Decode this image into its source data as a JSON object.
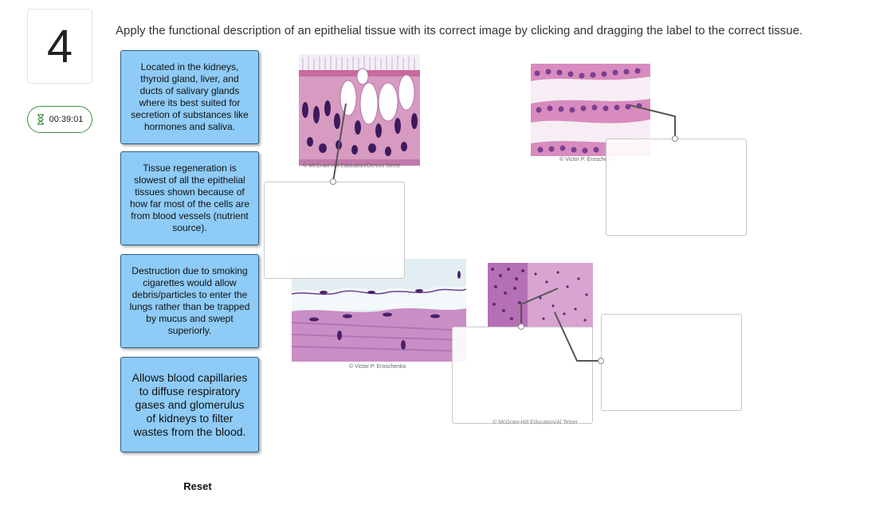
{
  "question": {
    "number": "4",
    "timer": "00:39:01",
    "instructions": "Apply the functional description of an epithelial tissue with its correct image by clicking and dragging the label to the correct tissue."
  },
  "labels": [
    "Located in the kidneys, thyroid gland, liver, and ducts of salivary glands where its best suited for secretion of substances like hormones and saliva.",
    "Tissue regeneration is slowest of all the epithelial tissues shown because of how far most of the cells are from blood vessels (nutrient source).",
    "Destruction due to smoking cigarettes would allow debris/particles to enter the lungs rather than be trapped by mucus and swept superiorly.",
    "Allows blood capillaries to diffuse respiratory gases and glomerulus of kidneys to filter wastes from the blood."
  ],
  "images": {
    "pseudostratified_credit": "© McGraw-Hill Education/Dennis Strete",
    "cuboidal_credit": "© Victor P. Eroschenko",
    "squamous_credit": "© Victor P. Eroschenko",
    "stratified_credit": "© McGraw-Hill Education/Al Telser"
  },
  "controls": {
    "reset": "Reset"
  },
  "colors": {
    "label_bg": "#8ecbf6",
    "label_border": "#2d5f87",
    "timer_border": "#3f8f3f",
    "tissue_pink": "#e7a9d3",
    "nucleus_purple": "#5b2a7a"
  }
}
